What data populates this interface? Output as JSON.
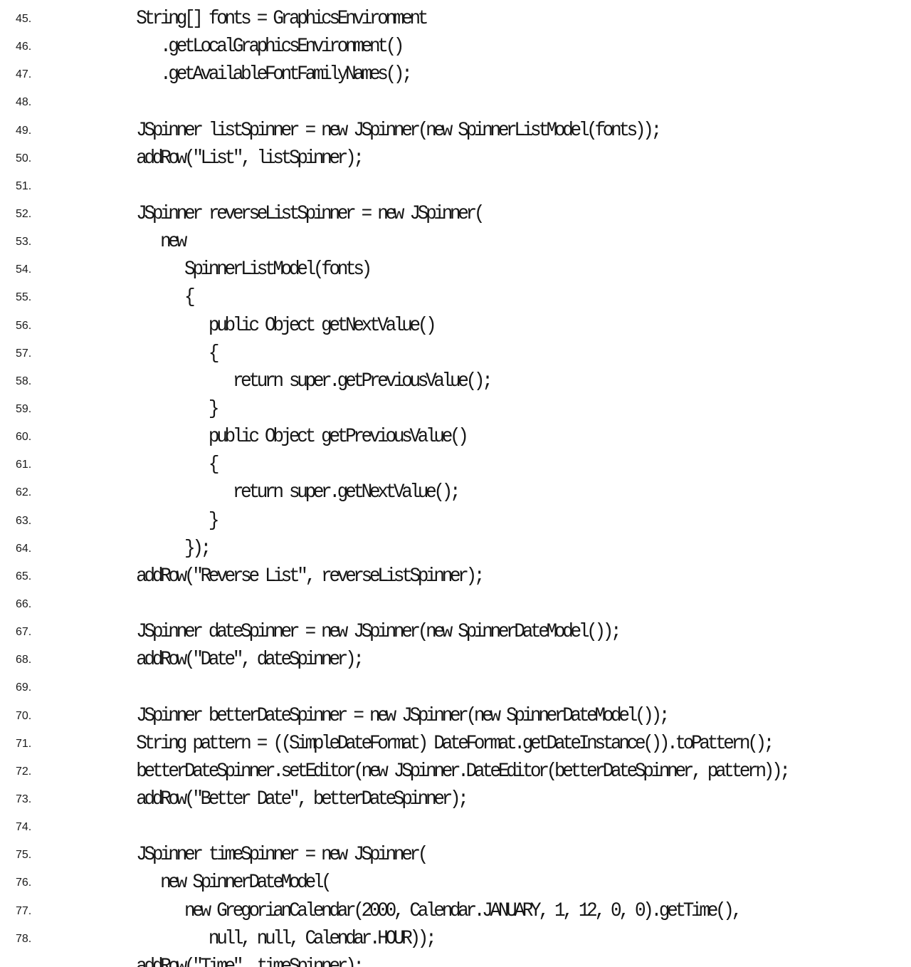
{
  "code": {
    "lines": [
      {
        "n": "45.",
        "text": "    String[] fonts = GraphicsEnvironment"
      },
      {
        "n": "46.",
        "text": "       .getLocalGraphicsEnvironment()"
      },
      {
        "n": "47.",
        "text": "       .getAvailableFontFamilyNames();"
      },
      {
        "n": "48.",
        "text": ""
      },
      {
        "n": "49.",
        "text": "    JSpinner listSpinner = new JSpinner(new SpinnerListModel(fonts));"
      },
      {
        "n": "50.",
        "text": "    addRow(\"List\", listSpinner);"
      },
      {
        "n": "51.",
        "text": ""
      },
      {
        "n": "52.",
        "text": "    JSpinner reverseListSpinner = new JSpinner("
      },
      {
        "n": "53.",
        "text": "       new"
      },
      {
        "n": "54.",
        "text": "          SpinnerListModel(fonts)"
      },
      {
        "n": "55.",
        "text": "          {"
      },
      {
        "n": "56.",
        "text": "             public Object getNextValue()"
      },
      {
        "n": "57.",
        "text": "             {"
      },
      {
        "n": "58.",
        "text": "                return super.getPreviousValue();"
      },
      {
        "n": "59.",
        "text": "             }"
      },
      {
        "n": "60.",
        "text": "             public Object getPreviousValue()"
      },
      {
        "n": "61.",
        "text": "             {"
      },
      {
        "n": "62.",
        "text": "                return super.getNextValue();"
      },
      {
        "n": "63.",
        "text": "             }"
      },
      {
        "n": "64.",
        "text": "          });"
      },
      {
        "n": "65.",
        "text": "    addRow(\"Reverse List\", reverseListSpinner);"
      },
      {
        "n": "66.",
        "text": ""
      },
      {
        "n": "67.",
        "text": "    JSpinner dateSpinner = new JSpinner(new SpinnerDateModel());"
      },
      {
        "n": "68.",
        "text": "    addRow(\"Date\", dateSpinner);"
      },
      {
        "n": "69.",
        "text": ""
      },
      {
        "n": "70.",
        "text": "    JSpinner betterDateSpinner = new JSpinner(new SpinnerDateModel());"
      },
      {
        "n": "71.",
        "text": "    String pattern = ((SimpleDateFormat) DateFormat.getDateInstance()).toPattern();"
      },
      {
        "n": "72.",
        "text": "    betterDateSpinner.setEditor(new JSpinner.DateEditor(betterDateSpinner, pattern));"
      },
      {
        "n": "73.",
        "text": "    addRow(\"Better Date\", betterDateSpinner);"
      },
      {
        "n": "74.",
        "text": ""
      },
      {
        "n": "75.",
        "text": "    JSpinner timeSpinner = new JSpinner("
      },
      {
        "n": "76.",
        "text": "       new SpinnerDateModel("
      },
      {
        "n": "77.",
        "text": "          new GregorianCalendar(2000, Calendar.JANUARY, 1, 12, 0, 0).getTime(),"
      },
      {
        "n": "78.",
        "text": "             null, null, Calendar.HOUR));"
      },
      {
        "n": "",
        "text": "    addRow(\"Time\", timeSpinner);"
      }
    ]
  }
}
